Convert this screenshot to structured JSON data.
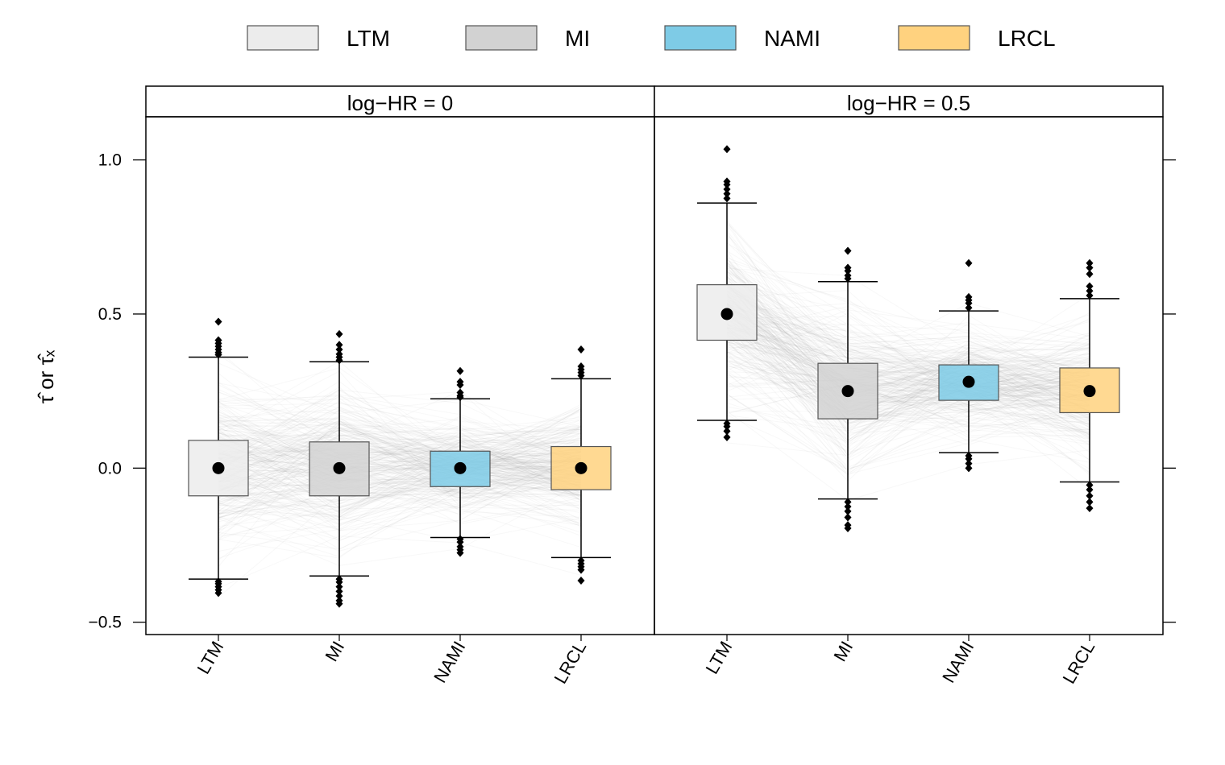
{
  "chart_data": {
    "type": "box",
    "y_axis_label": "τ̂ or τ̂ₓ",
    "yticks": [
      -0.5,
      0.0,
      0.5,
      1.0
    ],
    "ytick_labels": [
      "−0.5",
      "0.0",
      "0.5",
      "1.0"
    ],
    "ylim": [
      -0.54,
      1.14
    ],
    "categories": [
      "LTM",
      "MI",
      "NAMI",
      "LRCL"
    ],
    "series_colors": {
      "LTM": "#ececec",
      "MI": "#d2d2d2",
      "NAMI": "#7ecbe6",
      "LRCL": "#ffd27f"
    },
    "legend": {
      "placement": "top",
      "entries": [
        "LTM",
        "MI",
        "NAMI",
        "LRCL"
      ]
    },
    "panels": [
      {
        "strip": "log−HR = 0",
        "boxes": [
          {
            "category": "LTM",
            "q1": -0.09,
            "median": 0.0,
            "q3": 0.09,
            "mean": 0.0,
            "whisker_low": -0.36,
            "whisker_high": 0.36,
            "outliers": [
              0.475,
              0.415,
              0.405,
              0.395,
              0.385,
              0.375,
              0.368,
              -0.368,
              -0.375,
              -0.385,
              -0.395,
              -0.405
            ]
          },
          {
            "category": "MI",
            "q1": -0.09,
            "median": 0.0,
            "q3": 0.085,
            "mean": 0.0,
            "whisker_low": -0.35,
            "whisker_high": 0.345,
            "outliers": [
              0.435,
              0.4,
              0.385,
              0.37,
              0.36,
              0.35,
              -0.36,
              -0.37,
              -0.385,
              -0.4,
              -0.415,
              -0.43,
              -0.44
            ]
          },
          {
            "category": "NAMI",
            "q1": -0.06,
            "median": 0.0,
            "q3": 0.055,
            "mean": 0.0,
            "whisker_low": -0.225,
            "whisker_high": 0.225,
            "outliers": [
              0.315,
              0.28,
              0.27,
              0.245,
              0.235,
              0.23,
              -0.23,
              -0.24,
              -0.255,
              -0.265,
              -0.275
            ]
          },
          {
            "category": "LRCL",
            "q1": -0.07,
            "median": 0.0,
            "q3": 0.07,
            "mean": 0.0,
            "whisker_low": -0.29,
            "whisker_high": 0.29,
            "outliers": [
              0.385,
              0.33,
              0.32,
              0.31,
              0.3,
              -0.3,
              -0.31,
              -0.32,
              -0.33,
              -0.365
            ]
          }
        ]
      },
      {
        "strip": "log−HR = 0.5",
        "boxes": [
          {
            "category": "LTM",
            "q1": 0.415,
            "median": 0.5,
            "q3": 0.595,
            "mean": 0.5,
            "whisker_low": 0.155,
            "whisker_high": 0.86,
            "outliers": [
              1.035,
              0.93,
              0.92,
              0.905,
              0.89,
              0.875,
              0.145,
              0.135,
              0.12,
              0.1
            ]
          },
          {
            "category": "MI",
            "q1": 0.16,
            "median": 0.25,
            "q3": 0.34,
            "mean": 0.25,
            "whisker_low": -0.1,
            "whisker_high": 0.605,
            "outliers": [
              0.705,
              0.65,
              0.64,
              0.625,
              0.615,
              -0.11,
              -0.125,
              -0.14,
              -0.16,
              -0.185,
              -0.195
            ]
          },
          {
            "category": "NAMI",
            "q1": 0.22,
            "median": 0.28,
            "q3": 0.335,
            "mean": 0.28,
            "whisker_low": 0.05,
            "whisker_high": 0.51,
            "outliers": [
              0.665,
              0.555,
              0.545,
              0.535,
              0.52,
              0.04,
              0.03,
              0.015,
              0.0
            ]
          },
          {
            "category": "LRCL",
            "q1": 0.18,
            "median": 0.25,
            "q3": 0.325,
            "mean": 0.25,
            "whisker_low": -0.045,
            "whisker_high": 0.55,
            "outliers": [
              0.665,
              0.65,
              0.63,
              0.59,
              0.575,
              0.56,
              -0.055,
              -0.07,
              -0.09,
              -0.11,
              -0.13
            ]
          }
        ]
      }
    ]
  }
}
